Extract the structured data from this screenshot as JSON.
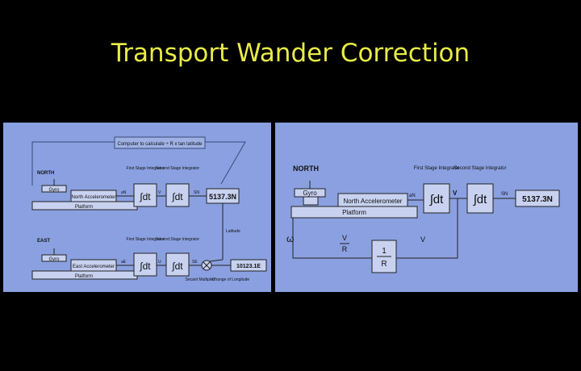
{
  "slide": {
    "title": "Transport Wander Correction"
  },
  "left_diagram": {
    "computer_box": "Computer to calculate  ÷ R  x tan latitude",
    "north_label": "NORTH",
    "east_label": "EAST",
    "gyro": "Gyro",
    "north_accelerometer": "North Accelerometer",
    "east_accelerometer": "East Accelerometer",
    "platform": "Platform",
    "first_stage_integrator": "First Stage Integrator",
    "second_stage_integrator": "Second Stage Integrator",
    "integral_dt": "∫dt",
    "a_north": "aN",
    "v_north": "V",
    "s_north": "SN",
    "a_east": "aE",
    "u_east": "U",
    "s_east": "SE",
    "north_output": "5137.3N",
    "east_output": "10123.1E",
    "latitude": "Latitude",
    "secant_multiplier": "Secant Multiplier",
    "change_of_longitude": "Change of Longitude"
  },
  "right_diagram": {
    "north_label": "NORTH",
    "gyro": "Gyro",
    "north_accelerometer": "North Accelerometer",
    "platform": "Platform",
    "first_stage_integrator": "First Stage Integrator",
    "second_stage_integrator": "Second Stage Integrator",
    "integral_dt": "∫dt",
    "a_north": "aN",
    "v_north": "V",
    "s_north": "SN",
    "north_output": "5137.3N",
    "omega": "ω",
    "v_over_r_num": "V",
    "v_over_r_den": "R",
    "one_over_r_num": "1",
    "one_over_r_den": "R",
    "v_feedback": "V"
  }
}
